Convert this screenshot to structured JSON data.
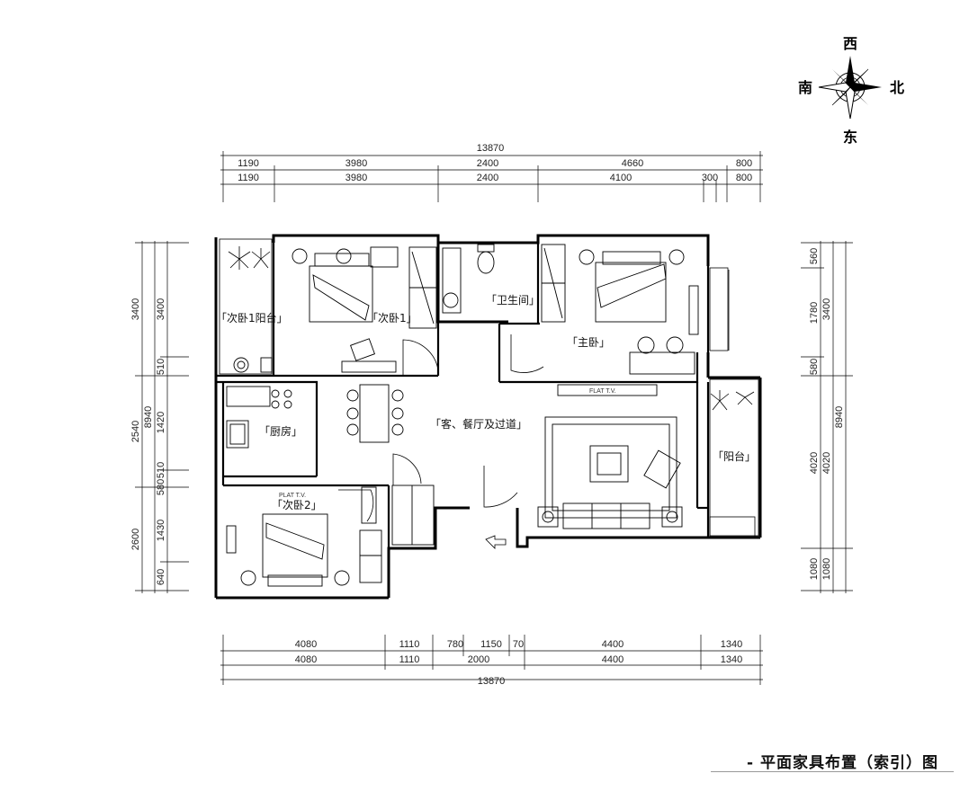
{
  "title": "- 平面家具布置（索引）图",
  "compass": {
    "north": "北",
    "south": "南",
    "east": "东",
    "west": "西"
  },
  "rooms": {
    "bedroom1_balcony": "「次卧1阳台」",
    "bedroom1": "「次卧1」",
    "bathroom": "「卫生间」",
    "master_bedroom": "「主卧」",
    "kitchen": "「厨房」",
    "living_dining": "「客、餐厅及过道」",
    "balcony": "「阳台」",
    "bedroom2": "「次卧2」"
  },
  "labels": {
    "tv1": "FLAT T.V.",
    "tv2": "PLAT T.V."
  },
  "dimensions": {
    "top_total": "13870",
    "top_row1": [
      "1190",
      "3980",
      "2400",
      "4660",
      "800"
    ],
    "top_row2": [
      "1190",
      "3980",
      "2400",
      "4100",
      "300",
      "800"
    ],
    "bottom_row1": [
      "4080",
      "1110",
      "780",
      "1150",
      "70",
      "4400",
      "1340"
    ],
    "bottom_row2": [
      "4080",
      "1110",
      "2000",
      "4400",
      "1340"
    ],
    "bottom_total": "13870",
    "left_outer": [
      "3400",
      "8940",
      "2540",
      "2600"
    ],
    "left_inner": [
      "3400",
      "510",
      "1420",
      "510",
      "580",
      "1430",
      "640"
    ],
    "right_inner": [
      "560",
      "1780",
      "580",
      "4020",
      "1080"
    ],
    "right_outer": [
      "3400",
      "8940",
      "4020",
      "1080"
    ]
  }
}
